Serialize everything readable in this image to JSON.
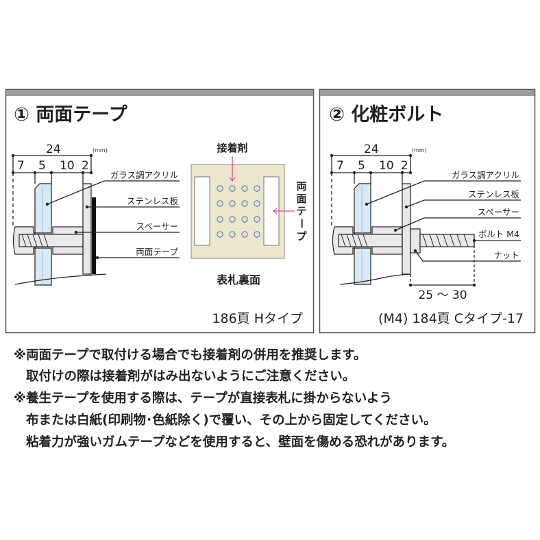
{
  "panel1": {
    "title": "① 両面テープ",
    "dim_total": "24",
    "unit": "(mm)",
    "dims": [
      "7",
      "5",
      "10",
      "2"
    ],
    "labels": [
      "ガラス調アクリル",
      "ステンレス板",
      "スペーサー",
      "両面テープ"
    ],
    "adhesive_label": "接着剤",
    "tape_vertical": [
      "両",
      "面",
      "テ",
      "ー",
      "プ"
    ],
    "back_caption": "表札裏面",
    "footer": "186頁 Hタイプ"
  },
  "panel2": {
    "title": "② 化粧ボルト",
    "dim_total": "24",
    "unit": "(mm)",
    "dims": [
      "7",
      "5",
      "10",
      "2"
    ],
    "labels": [
      "ガラス調アクリル",
      "ステンレス板",
      "スペーサー",
      "ボルト M4",
      "ナット"
    ],
    "bolt_length": "25 ～ 30",
    "footer": "(M4) 184頁 Cタイプ-17"
  },
  "notes": [
    "※両面テープで取付ける場合でも接着剤の併用を推奨します。",
    "取付けの際は接着剤がはみ出ないようにご注意ください。",
    "※養生テープを使用する際は、テープが直接表札に掛からないよう",
    "布または白紙(印刷物･色紙除く)で覆い、その上から固定してください。",
    "粘着力が強いガムテープなどを使用すると、壁面を傷める恐れがあります。"
  ],
  "colors": {
    "frame_band": "#9d9d9d",
    "acrylic": "#d6e9f5",
    "plate": "#e8e8e8",
    "back": "#ece6cc",
    "arrow": "#e24b8c",
    "dot": "#cfe6f4"
  }
}
